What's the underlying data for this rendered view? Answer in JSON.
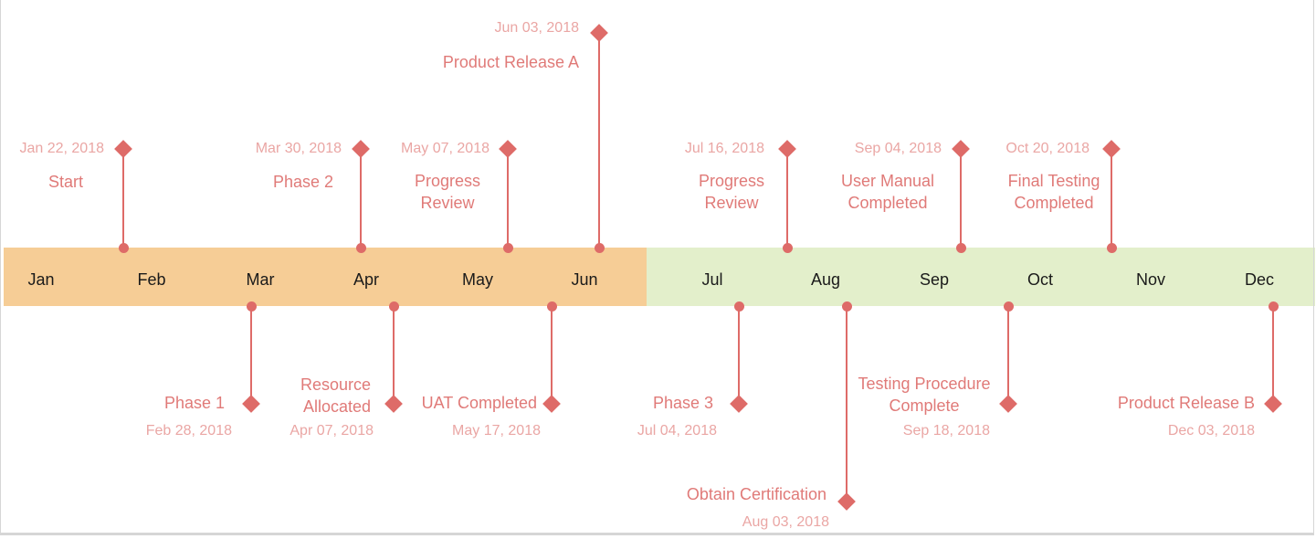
{
  "colors": {
    "first_half_band": "#f6cd96",
    "second_half_band": "#e3efcb",
    "marker": "#de6b68",
    "label": "#e07a78",
    "date": "#eaa6a4",
    "month_text": "#1a1a1a"
  },
  "months": [
    "Jan",
    "Feb",
    "Mar",
    "Apr",
    "May",
    "Jun",
    "Jul",
    "Aug",
    "Sep",
    "Oct",
    "Nov",
    "Dec"
  ],
  "milestones": [
    {
      "label": "Start",
      "date": "Jan 22, 2018",
      "side": "above"
    },
    {
      "label": "Phase 1",
      "date": "Feb 28, 2018",
      "side": "below"
    },
    {
      "label": "Phase 2",
      "date": "Mar 30, 2018",
      "side": "above"
    },
    {
      "label": "Resource\nAllocated",
      "date": "Apr 07, 2018",
      "side": "below"
    },
    {
      "label": "Progress\nReview",
      "date": "May 07, 2018",
      "side": "above"
    },
    {
      "label": "UAT Completed",
      "date": "May 17, 2018",
      "side": "below"
    },
    {
      "label": "Product Release A",
      "date": "Jun 03, 2018",
      "side": "above"
    },
    {
      "label": "Phase 3",
      "date": "Jul 04, 2018",
      "side": "below"
    },
    {
      "label": "Progress\nReview",
      "date": "Jul 16, 2018",
      "side": "above"
    },
    {
      "label": "Obtain Certification",
      "date": "Aug 03, 2018",
      "side": "below"
    },
    {
      "label": "User Manual\nCompleted",
      "date": "Sep 04, 2018",
      "side": "above"
    },
    {
      "label": "Testing Procedure\nComplete",
      "date": "Sep 18, 2018",
      "side": "below"
    },
    {
      "label": "Final Testing\nCompleted",
      "date": "Oct 20, 2018",
      "side": "above"
    },
    {
      "label": "Product Release B",
      "date": "Dec 03, 2018",
      "side": "below"
    }
  ]
}
